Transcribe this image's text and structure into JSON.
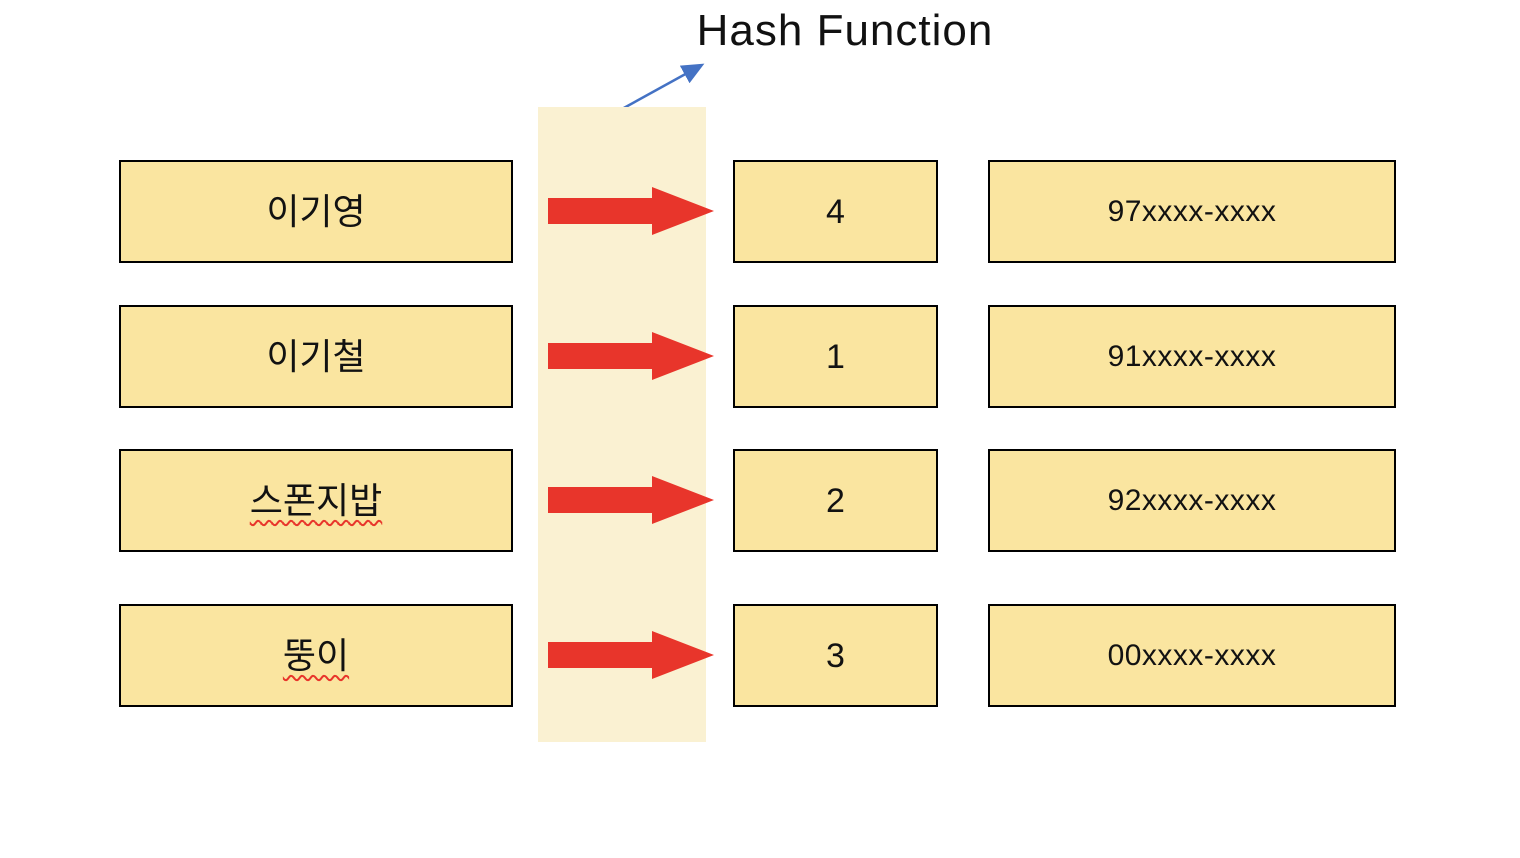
{
  "title": {
    "text": "Hash Function"
  },
  "colors": {
    "box_fill": "#FAE5A0",
    "box_border": "#000000",
    "band_fill": "#FAF1D2",
    "arrow_red": "#E8352B",
    "arrow_blue": "#4472C4",
    "squiggle_red": "#E8352B",
    "background": "#FFFFFF",
    "text": "#111111"
  },
  "icons": {
    "red_arrow": "arrow-right-icon",
    "blue_arrow": "diagonal-pointer-arrow-icon"
  },
  "rows": [
    {
      "key": "이기영",
      "hash": "4",
      "value": "97xxxx-xxxx",
      "misspelled": false
    },
    {
      "key": "이기철",
      "hash": "1",
      "value": "91xxxx-xxxx",
      "misspelled": false
    },
    {
      "key": "스폰지밥",
      "hash": "2",
      "value": "92xxxx-xxxx",
      "misspelled": true
    },
    {
      "key": "뚱이",
      "hash": "3",
      "value": "00xxxx-xxxx",
      "misspelled": true
    }
  ]
}
